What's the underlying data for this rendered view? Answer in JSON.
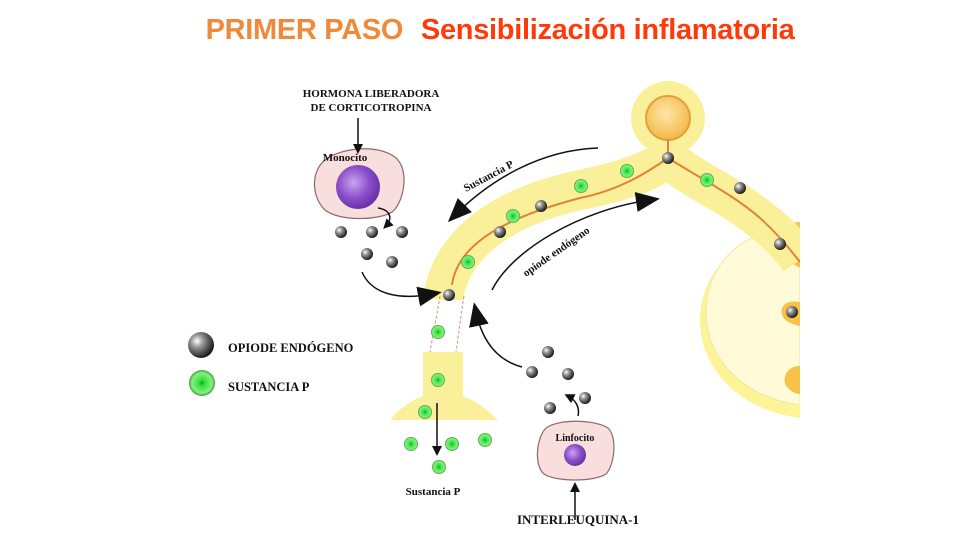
{
  "title": {
    "step": "PRIMER PASO",
    "subtitle": "Sensibilización inflamatoria"
  },
  "colors": {
    "step": "#ef8a3a",
    "subtitle": "#ff3a0a",
    "neuron_fill": "#fbf3a6",
    "neuron_dark": "#f5c048",
    "axon_line": "#e0823a",
    "cell_fill": "#f9dede",
    "nucleus": "#8a4fc8",
    "opioid": "#555555",
    "substance_p": "#38d64a"
  },
  "labels": {
    "hormone_line1": "HORMONA LIBERADORA",
    "hormone_line2": "DE CORTICOTROPINA",
    "monocyte": "Monocito",
    "lymphocyte": "Linfocito",
    "interleukin": "INTERLEUQUINA-1",
    "substance_p_arrow": "Sustancia P",
    "opioid_arrow": "opiode endógeno",
    "substance_p_release": "Sustancia P"
  },
  "legend": [
    {
      "icon": "opioid-sphere",
      "label": "OPIODE ENDÓGENO"
    },
    {
      "icon": "substance-p-sphere",
      "label": "SUSTANCIA  P"
    }
  ]
}
